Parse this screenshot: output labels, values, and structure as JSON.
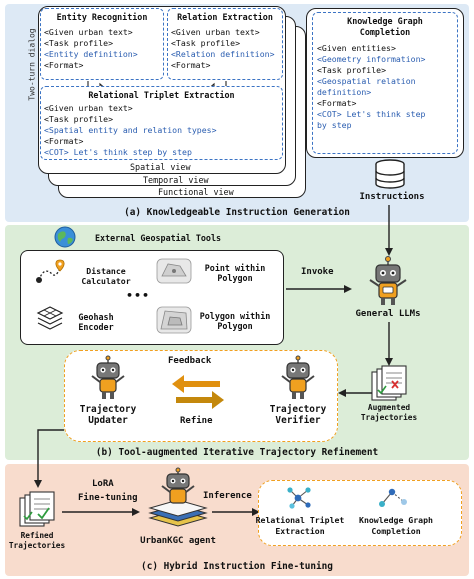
{
  "section_a": {
    "caption": "(a) Knowledgeable Instruction Generation",
    "side_label": "Two-turn dialog",
    "views": [
      "Spatial view",
      "Temporal view",
      "Functional view"
    ],
    "entity_box": {
      "title": "Entity Recognition",
      "lines": [
        "<Given urban text>",
        "<Task profile>",
        "<Entity definition>",
        "<Format>"
      ]
    },
    "relation_box": {
      "title": "Relation Extraction",
      "lines": [
        "<Given urban text>",
        "<Task profile>",
        "<Relation definition>",
        "<Format>"
      ]
    },
    "triplet_box": {
      "title": "Relational Triplet Extraction",
      "lines": [
        "<Given urban text>",
        "<Task profile>",
        "<Spatial entity and relation types>",
        "<Format>",
        "<COT> Let's think step by step"
      ]
    },
    "kgc_box": {
      "title_line1": "Knowledge Graph",
      "title_line2": "Completion",
      "lines": [
        "<Given entities>",
        "<Geometry information>",
        "<Task profile>",
        "<Geospatial relation",
        "definition>",
        "<Format>",
        "<COT> Let's think step",
        "by step"
      ]
    },
    "instructions_label": "Instructions"
  },
  "section_b": {
    "caption": "(b) Tool-augmented Iterative Trajectory Refinement",
    "tools_title": "External Geospatial Tools",
    "tools": [
      "Distance Calculator",
      "Point within Polygon",
      "Geohash Encoder",
      "Polygon within Polygon"
    ],
    "ellipsis": "•••",
    "invoke_label": "Invoke",
    "llm_label": "General LLMs",
    "augmented_label_1": "Augmented",
    "augmented_label_2": "Trajectories",
    "feedback_label": "Feedback",
    "refine_label": "Refine",
    "updater_label_1": "Trajectory",
    "updater_label_2": "Updater",
    "verifier_label_1": "Trajectory",
    "verifier_label_2": "Verifier"
  },
  "section_c": {
    "caption": "(c) Hybrid Instruction Fine-tuning",
    "refined_label_1": "Refined",
    "refined_label_2": "Trajectories",
    "lora_label_1": "LoRA",
    "lora_label_2": "Fine-tuning",
    "agent_label": "UrbanKGC agent",
    "inference_label": "Inference",
    "task1_line1": "Relational Triplet",
    "task1_line2": "Extraction",
    "task2_line1": "Knowledge Graph",
    "task2_line2": "Completion"
  },
  "colors": {
    "panel_a_bg": "#dde9f5",
    "panel_b_bg": "#dcedd8",
    "panel_c_bg": "#f8dccd",
    "dash_blue": "#3b73c4",
    "dash_orange": "#f0a020",
    "text_blue": "#2a5db0"
  }
}
